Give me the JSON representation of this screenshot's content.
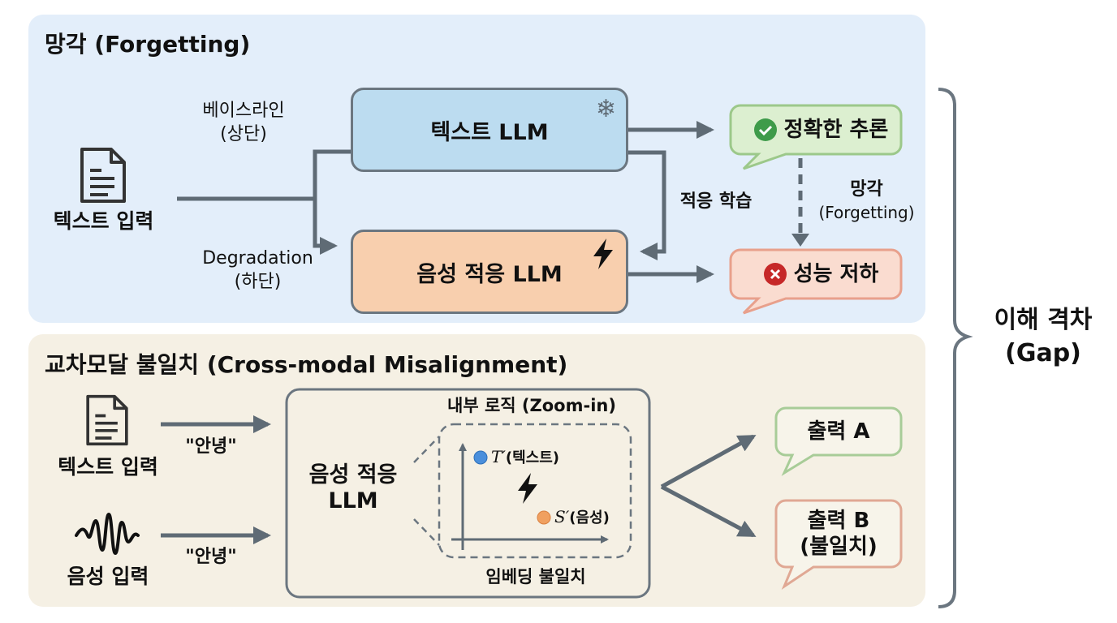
{
  "sections": {
    "forgetting": {
      "title": "망각 (Forgetting)",
      "input_label": "텍스트 입력",
      "baseline_label": [
        "베이스라인",
        "(상단)"
      ],
      "degradation_label": [
        "Degradation",
        "(하단)"
      ],
      "text_llm": "텍스트 LLM",
      "speech_llm": "음성 적응 LLM",
      "adapt_label": "적응 학습",
      "forget_label": [
        "망각",
        "(Forgetting)"
      ],
      "correct_output": "정확한 추론",
      "degraded_output": "성능 저하",
      "icons": {
        "text_llm": "snowflake-icon",
        "speech_llm": "lightning-icon",
        "correct": "check-circle-icon",
        "degraded": "x-circle-icon",
        "input": "document-icon"
      }
    },
    "misalignment": {
      "title": "교차모달 불일치 (Cross-modal Misalignment)",
      "text_input_label": "텍스트 입력",
      "speech_input_label": "음성 입력",
      "text_quote": "\"안녕\"",
      "speech_quote": "\"안녕\"",
      "model_label": [
        "음성 적응",
        "LLM"
      ],
      "zoom_title": "내부 로직 (Zoom-in)",
      "embedding_caption": "임베딩 불일치",
      "point_text": {
        "symbol": "T′",
        "label": "(텍스트)",
        "color": "#4a8fdc"
      },
      "point_speech": {
        "symbol": "S′",
        "label": "(음성)",
        "color": "#f0a060"
      },
      "output_a": "출력 A",
      "output_b": [
        "출력 B",
        "(불일치)"
      ],
      "icons": {
        "text_input": "document-icon",
        "speech_input": "waveform-icon",
        "conflict": "lightning-icon"
      }
    }
  },
  "gap": {
    "label": [
      "이해 격차",
      "(Gap)"
    ]
  },
  "colors": {
    "panel_top": "#e3eefa",
    "panel_bottom": "#f5f0e4",
    "text_llm_fill": "#bcdcf0",
    "speech_llm_fill": "#f8cfae",
    "good_fill": "#dcefd0",
    "good_border": "#9cc88a",
    "bad_fill": "#fadcd0",
    "bad_border": "#e8a08c",
    "arrow": "#5f6b75",
    "check": "#3e9b4a",
    "cross": "#c62828"
  }
}
